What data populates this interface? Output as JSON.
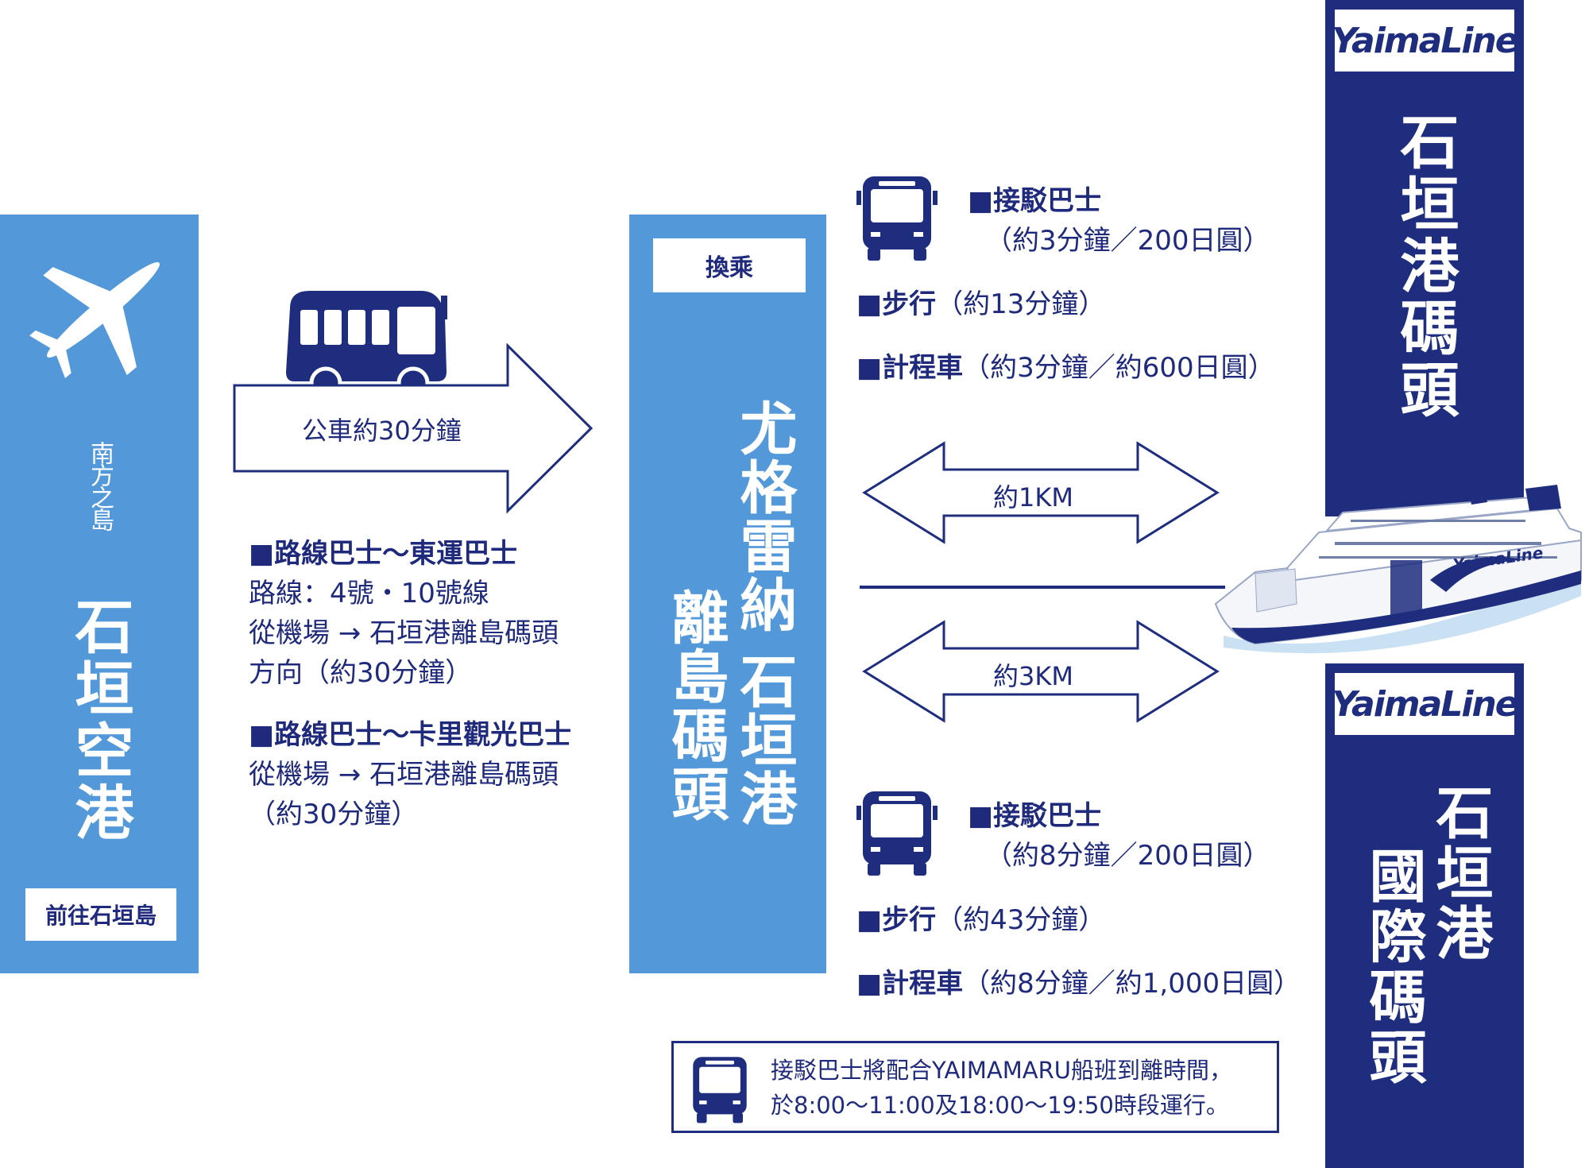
{
  "airport": {
    "subtitle": "南方之島",
    "name": "石垣空港",
    "tag": "前往石垣島"
  },
  "bus_route": {
    "arrow_label": "公車約30分鐘",
    "route1_title": "■路線巴士～東運巴士",
    "route1_lines": [
      "路線：4號・10號線",
      "從機場 → 石垣港離島碼頭",
      "方向（約30分鐘）"
    ],
    "route2_title": "■路線巴士～卡里觀光巴士",
    "route2_lines": [
      "從機場 → 石垣港離島碼頭",
      "（約30分鐘）"
    ]
  },
  "terminal": {
    "tag": "換乘",
    "col1": "尤格雷納",
    "col2": "石垣港",
    "col3": "離島碼頭"
  },
  "upper_options": {
    "shuttle_title": "■接駁巴士",
    "shuttle_detail": "（約3分鐘／200日圓）",
    "walk_title": "■步行",
    "walk_detail": "（約13分鐘）",
    "taxi_title": "■計程車",
    "taxi_detail": "（約3分鐘／約600日圓）",
    "distance": "約1KM"
  },
  "lower_options": {
    "distance": "約3KM",
    "shuttle_title": "■接駁巴士",
    "shuttle_detail": "（約8分鐘／200日圓）",
    "walk_title": "■步行",
    "walk_detail": "（約43分鐘）",
    "taxi_title": "■計程車",
    "taxi_detail": "（約8分鐘／約1,000日圓）"
  },
  "note": {
    "line1": "接駁巴士將配合YAIMAMARU船班到離時間，",
    "line2": "於8:00～11:00及18:00～19:50時段運行。"
  },
  "dest_upper": {
    "logo": "YaimaLine",
    "name": "石垣港碼頭"
  },
  "dest_lower": {
    "logo": "YaimaLine",
    "col1": "石垣港",
    "col2": "國際碼頭"
  },
  "ship": {
    "hull_text": "YaimaLine"
  },
  "colors": {
    "light_blue": "#5398d9",
    "navy": "#1f2d7e"
  }
}
